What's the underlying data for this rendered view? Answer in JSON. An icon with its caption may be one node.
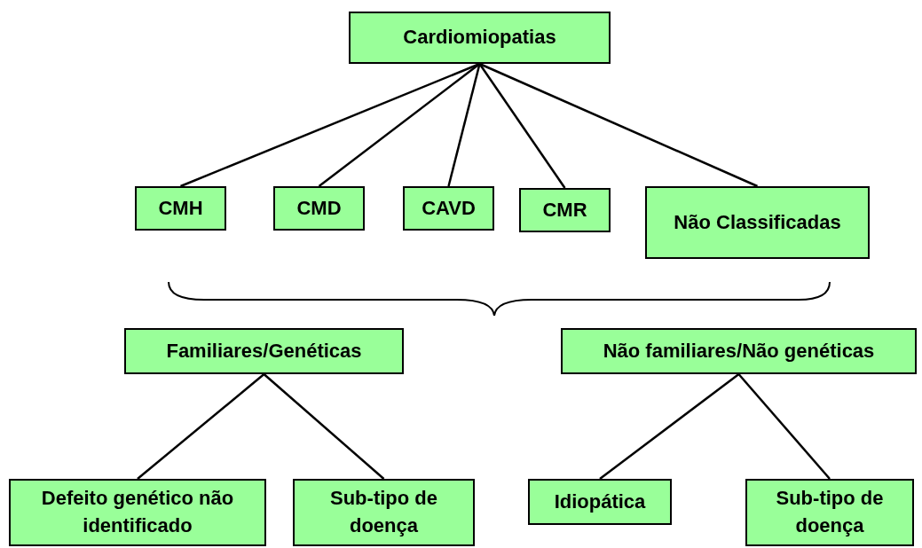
{
  "diagram": {
    "nodes": [
      {
        "text": [
          "Cardiomiopatias"
        ]
      },
      {
        "text": [
          "CMH"
        ]
      },
      {
        "text": [
          "CMD"
        ]
      },
      {
        "text": [
          "CAVD"
        ]
      },
      {
        "text": [
          "CMR"
        ]
      },
      {
        "text": [
          "Não Classificadas"
        ]
      },
      {
        "text": [
          "Familiares/Genéticas"
        ]
      },
      {
        "text": [
          "Não familiares/Não genéticas"
        ]
      },
      {
        "text": [
          "Defeito genético não identificado"
        ]
      },
      {
        "text": [
          "Sub-tipo de doença"
        ]
      },
      {
        "text": [
          "Idiopática"
        ]
      },
      {
        "text": [
          "Sub-tipo de doença"
        ]
      }
    ],
    "edges": [
      {
        "from": 0,
        "to": 1,
        "arrow": "none"
      },
      {
        "from": 0,
        "to": 2,
        "arrow": "none"
      },
      {
        "from": 0,
        "to": 3,
        "arrow": "none"
      },
      {
        "from": 0,
        "to": 4,
        "arrow": "none"
      },
      {
        "from": 0,
        "to": 5,
        "arrow": "none"
      },
      {
        "from": 6,
        "to": 8,
        "arrow": "none"
      },
      {
        "from": 6,
        "to": 9,
        "arrow": "none"
      },
      {
        "from": 7,
        "to": 10,
        "arrow": "none"
      },
      {
        "from": 7,
        "to": 11,
        "arrow": "none"
      }
    ]
  }
}
